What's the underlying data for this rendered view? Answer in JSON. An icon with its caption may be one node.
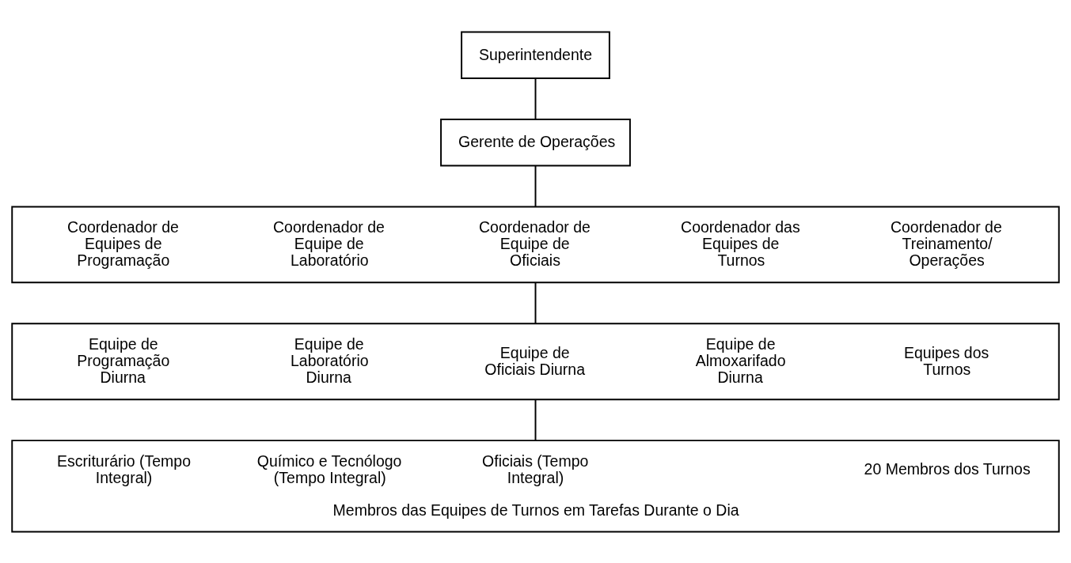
{
  "diagram": {
    "nodes": [
      {
        "text": [
          "Superintendente"
        ]
      },
      {
        "text": [
          "Gerente de Operações"
        ]
      },
      {
        "text": [
          "Coordenador de Equipes de Programação",
          "Coordenador de Equipe de Laboratório",
          "Coordenador de Equipe de Oficiais",
          "Coordenador das Equipes de Turnos",
          "Coordenador de Treinamento/ Operações"
        ]
      },
      {
        "text": [
          "Equipe de Programação Diurna",
          "Equipe de Laboratório Diurna",
          "Equipe de Oficiais Diurna",
          "Equipe de Almoxarifado Diurna",
          "Equipes dos Turnos"
        ]
      },
      {
        "text": [
          "Escriturário (Tempo Integral)",
          "Químico e Tecnólogo (Tempo Integral)",
          "Oficiais (Tempo Integral)",
          "20 Membros dos Turnos",
          "Membros das Equipes de Turnos em Tarefas Durante o Dia"
        ]
      }
    ],
    "edges": [
      {
        "from": 0,
        "to": 1,
        "arrow": "none"
      },
      {
        "from": 1,
        "to": 2,
        "arrow": "none"
      },
      {
        "from": 2,
        "to": 3,
        "arrow": "none"
      },
      {
        "from": 3,
        "to": 4,
        "arrow": "none"
      }
    ]
  }
}
